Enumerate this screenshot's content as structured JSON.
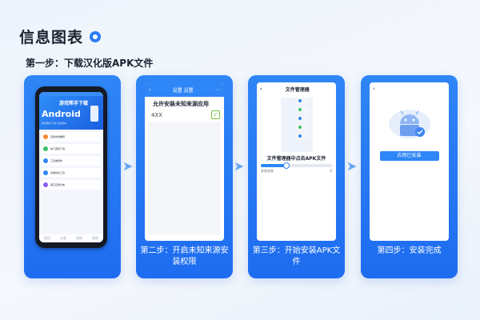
{
  "header": {
    "title": "信息图表",
    "title_icon": "chart-icon"
  },
  "step1": {
    "label": "第一步：下载汉化版APK文件"
  },
  "card1": {
    "app_tag": "游戏帮手下载",
    "banner_big": "Android",
    "banner_sub": "安卓软件下载 汉化版本",
    "menu_items": [
      "应用市场推荐",
      "热门游戏下载",
      "工具类软件",
      "系统优化工具",
      "其它应用分类"
    ],
    "tabs": [
      "首页",
      "分类",
      "游戏",
      "我的"
    ],
    "colors": [
      "#f58a2d",
      "#3cc06a",
      "#2f86f6",
      "#2f86f6",
      "#8a5cf6"
    ]
  },
  "card2": {
    "header_title": "设置 设置",
    "setting_title": "允许安装未知来源应用",
    "setting_value": "4XX",
    "caption": "第二步：开启未知来源安装权限"
  },
  "card3": {
    "header_title": "文件管理器",
    "file_rows": [
      "",
      "",
      "",
      "",
      ""
    ],
    "progress_title": "文件管理器中点击APK文件",
    "progress_label": "安装进度",
    "progress_value": "0",
    "progress_fraction": 0.35,
    "caption": "第三步：开始安装APK文件"
  },
  "card4": {
    "installed_label": "应用已安装",
    "caption": "第四步：安装完成"
  }
}
